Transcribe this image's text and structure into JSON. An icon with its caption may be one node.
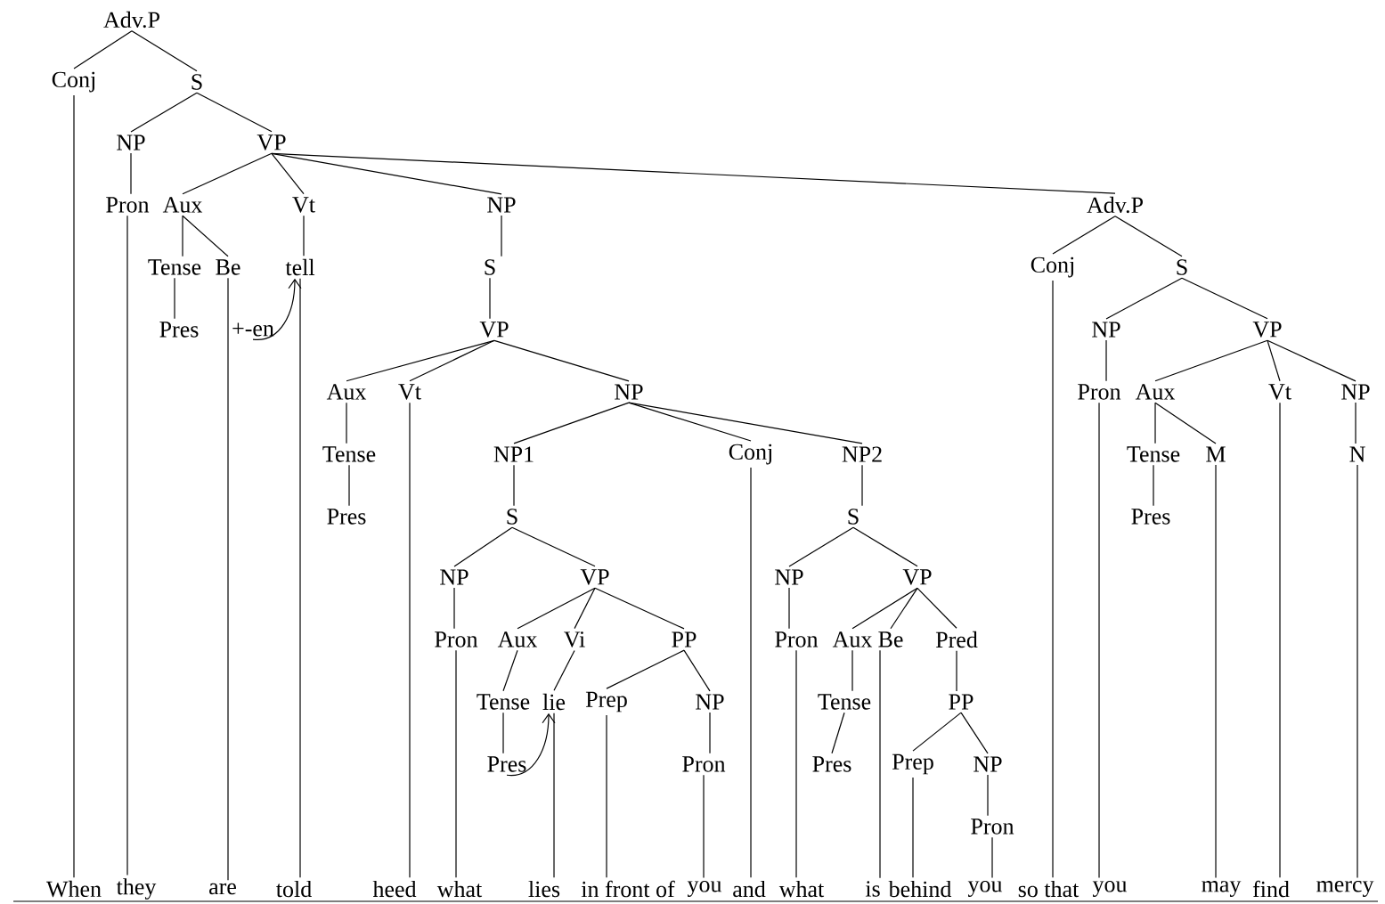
{
  "diagram": {
    "nodes": [
      {
        "text": [
          "Adv.P"
        ]
      },
      {
        "text": [
          "Conj"
        ]
      },
      {
        "text": [
          "S"
        ]
      },
      {
        "text": [
          "NP"
        ]
      },
      {
        "text": [
          "VP"
        ]
      },
      {
        "text": [
          "Pron"
        ]
      },
      {
        "text": [
          "Aux"
        ]
      },
      {
        "text": [
          "Vt"
        ]
      },
      {
        "text": [
          "NP"
        ]
      },
      {
        "text": [
          "Adv.P"
        ]
      },
      {
        "text": [
          "Tense"
        ]
      },
      {
        "text": [
          "Be"
        ]
      },
      {
        "text": [
          "tell"
        ]
      },
      {
        "text": [
          "S"
        ]
      },
      {
        "text": [
          "Conj"
        ]
      },
      {
        "text": [
          "S"
        ]
      },
      {
        "text": [
          "Pres"
        ]
      },
      {
        "text": [
          "+-en"
        ]
      },
      {
        "text": [
          "VP"
        ]
      },
      {
        "text": [
          "NP"
        ]
      },
      {
        "text": [
          "VP"
        ]
      },
      {
        "text": [
          "Aux"
        ]
      },
      {
        "text": [
          "Vt"
        ]
      },
      {
        "text": [
          "NP"
        ]
      },
      {
        "text": [
          "Pron"
        ]
      },
      {
        "text": [
          "Aux"
        ]
      },
      {
        "text": [
          "Vt"
        ]
      },
      {
        "text": [
          "NP"
        ]
      },
      {
        "text": [
          "Tense"
        ]
      },
      {
        "text": [
          "NP1"
        ]
      },
      {
        "text": [
          "Conj"
        ]
      },
      {
        "text": [
          "NP2"
        ]
      },
      {
        "text": [
          "Tense"
        ]
      },
      {
        "text": [
          "M"
        ]
      },
      {
        "text": [
          "N"
        ]
      },
      {
        "text": [
          "Pres"
        ]
      },
      {
        "text": [
          "S"
        ]
      },
      {
        "text": [
          "S"
        ]
      },
      {
        "text": [
          "Pres"
        ]
      },
      {
        "text": [
          "NP"
        ]
      },
      {
        "text": [
          "VP"
        ]
      },
      {
        "text": [
          "NP"
        ]
      },
      {
        "text": [
          "VP"
        ]
      },
      {
        "text": [
          "Pron"
        ]
      },
      {
        "text": [
          "Aux"
        ]
      },
      {
        "text": [
          "Vi"
        ]
      },
      {
        "text": [
          "PP"
        ]
      },
      {
        "text": [
          "Pron"
        ]
      },
      {
        "text": [
          "Aux"
        ]
      },
      {
        "text": [
          "Be"
        ]
      },
      {
        "text": [
          "Pred"
        ]
      },
      {
        "text": [
          "Tense"
        ]
      },
      {
        "text": [
          "lie"
        ]
      },
      {
        "text": [
          "Prep"
        ]
      },
      {
        "text": [
          "NP"
        ]
      },
      {
        "text": [
          "Tense"
        ]
      },
      {
        "text": [
          "PP"
        ]
      },
      {
        "text": [
          "Pres"
        ]
      },
      {
        "text": [
          "Pron"
        ]
      },
      {
        "text": [
          "Pres"
        ]
      },
      {
        "text": [
          "Prep"
        ]
      },
      {
        "text": [
          "NP"
        ]
      },
      {
        "text": [
          "Pron"
        ]
      },
      {
        "text": [
          "When"
        ]
      },
      {
        "text": [
          "they"
        ]
      },
      {
        "text": [
          "are"
        ]
      },
      {
        "text": [
          "told"
        ]
      },
      {
        "text": [
          "heed"
        ]
      },
      {
        "text": [
          "what"
        ]
      },
      {
        "text": [
          "lies"
        ]
      },
      {
        "text": [
          "in front of"
        ]
      },
      {
        "text": [
          "you"
        ]
      },
      {
        "text": [
          "and"
        ]
      },
      {
        "text": [
          "what"
        ]
      },
      {
        "text": [
          "is"
        ]
      },
      {
        "text": [
          "behind"
        ]
      },
      {
        "text": [
          "you"
        ]
      },
      {
        "text": [
          "so that"
        ]
      },
      {
        "text": [
          "you"
        ]
      },
      {
        "text": [
          "may"
        ]
      },
      {
        "text": [
          "find"
        ]
      },
      {
        "text": [
          "mercy"
        ]
      }
    ],
    "edges": [
      {
        "from": 0,
        "to": 1,
        "arrow": "none"
      },
      {
        "from": 0,
        "to": 2,
        "arrow": "none"
      },
      {
        "from": 2,
        "to": 3,
        "arrow": "none"
      },
      {
        "from": 2,
        "to": 4,
        "arrow": "none"
      },
      {
        "from": 3,
        "to": 5,
        "arrow": "none"
      },
      {
        "from": 4,
        "to": 6,
        "arrow": "none"
      },
      {
        "from": 4,
        "to": 7,
        "arrow": "none"
      },
      {
        "from": 4,
        "to": 8,
        "arrow": "none"
      },
      {
        "from": 4,
        "to": 9,
        "arrow": "none"
      },
      {
        "from": 6,
        "to": 10,
        "arrow": "none"
      },
      {
        "from": 6,
        "to": 11,
        "arrow": "none"
      },
      {
        "from": 10,
        "to": 16,
        "arrow": "none"
      },
      {
        "from": 7,
        "to": 12,
        "arrow": "none"
      },
      {
        "from": 8,
        "to": 13,
        "arrow": "none"
      },
      {
        "from": 13,
        "to": 18,
        "arrow": "none"
      },
      {
        "from": 18,
        "to": 21,
        "arrow": "none"
      },
      {
        "from": 18,
        "to": 22,
        "arrow": "none"
      },
      {
        "from": 18,
        "to": 23,
        "arrow": "none"
      },
      {
        "from": 21,
        "to": 28,
        "arrow": "none"
      },
      {
        "from": 28,
        "to": 35,
        "arrow": "none"
      },
      {
        "from": 23,
        "to": 29,
        "arrow": "none"
      },
      {
        "from": 23,
        "to": 30,
        "arrow": "none"
      },
      {
        "from": 23,
        "to": 31,
        "arrow": "none"
      },
      {
        "from": 29,
        "to": 36,
        "arrow": "none"
      },
      {
        "from": 36,
        "to": 39,
        "arrow": "none"
      },
      {
        "from": 36,
        "to": 40,
        "arrow": "none"
      },
      {
        "from": 39,
        "to": 43,
        "arrow": "none"
      },
      {
        "from": 40,
        "to": 44,
        "arrow": "none"
      },
      {
        "from": 40,
        "to": 45,
        "arrow": "none"
      },
      {
        "from": 40,
        "to": 46,
        "arrow": "none"
      },
      {
        "from": 44,
        "to": 51,
        "arrow": "none"
      },
      {
        "from": 51,
        "to": 57,
        "arrow": "none"
      },
      {
        "from": 45,
        "to": 52,
        "arrow": "none"
      },
      {
        "from": 46,
        "to": 53,
        "arrow": "none"
      },
      {
        "from": 46,
        "to": 54,
        "arrow": "none"
      },
      {
        "from": 54,
        "to": 58,
        "arrow": "none"
      },
      {
        "from": 31,
        "to": 37,
        "arrow": "none"
      },
      {
        "from": 37,
        "to": 41,
        "arrow": "none"
      },
      {
        "from": 37,
        "to": 42,
        "arrow": "none"
      },
      {
        "from": 41,
        "to": 47,
        "arrow": "none"
      },
      {
        "from": 42,
        "to": 48,
        "arrow": "none"
      },
      {
        "from": 42,
        "to": 49,
        "arrow": "none"
      },
      {
        "from": 42,
        "to": 50,
        "arrow": "none"
      },
      {
        "from": 48,
        "to": 55,
        "arrow": "none"
      },
      {
        "from": 55,
        "to": 59,
        "arrow": "none"
      },
      {
        "from": 50,
        "to": 56,
        "arrow": "none"
      },
      {
        "from": 56,
        "to": 60,
        "arrow": "none"
      },
      {
        "from": 56,
        "to": 61,
        "arrow": "none"
      },
      {
        "from": 61,
        "to": 62,
        "arrow": "none"
      },
      {
        "from": 9,
        "to": 14,
        "arrow": "none"
      },
      {
        "from": 9,
        "to": 15,
        "arrow": "none"
      },
      {
        "from": 15,
        "to": 19,
        "arrow": "none"
      },
      {
        "from": 15,
        "to": 20,
        "arrow": "none"
      },
      {
        "from": 19,
        "to": 24,
        "arrow": "none"
      },
      {
        "from": 20,
        "to": 25,
        "arrow": "none"
      },
      {
        "from": 20,
        "to": 26,
        "arrow": "none"
      },
      {
        "from": 20,
        "to": 27,
        "arrow": "none"
      },
      {
        "from": 25,
        "to": 32,
        "arrow": "none"
      },
      {
        "from": 25,
        "to": 33,
        "arrow": "none"
      },
      {
        "from": 32,
        "to": 38,
        "arrow": "none"
      },
      {
        "from": 27,
        "to": 34,
        "arrow": "none"
      },
      {
        "from": 1,
        "to": 63,
        "arrow": "none"
      },
      {
        "from": 5,
        "to": 64,
        "arrow": "none"
      },
      {
        "from": 11,
        "to": 65,
        "arrow": "none"
      },
      {
        "from": 12,
        "to": 66,
        "arrow": "none"
      },
      {
        "from": 22,
        "to": 67,
        "arrow": "none"
      },
      {
        "from": 43,
        "to": 68,
        "arrow": "none"
      },
      {
        "from": 52,
        "to": 69,
        "arrow": "none"
      },
      {
        "from": 53,
        "to": 70,
        "arrow": "none"
      },
      {
        "from": 58,
        "to": 71,
        "arrow": "none"
      },
      {
        "from": 30,
        "to": 72,
        "arrow": "none"
      },
      {
        "from": 47,
        "to": 73,
        "arrow": "none"
      },
      {
        "from": 49,
        "to": 74,
        "arrow": "none"
      },
      {
        "from": 60,
        "to": 75,
        "arrow": "none"
      },
      {
        "from": 62,
        "to": 76,
        "arrow": "none"
      },
      {
        "from": 14,
        "to": 77,
        "arrow": "none"
      },
      {
        "from": 24,
        "to": 78,
        "arrow": "none"
      },
      {
        "from": 33,
        "to": 79,
        "arrow": "none"
      },
      {
        "from": 26,
        "to": 80,
        "arrow": "none"
      },
      {
        "from": 34,
        "to": 81,
        "arrow": "none"
      },
      {
        "from": 17,
        "to": 12,
        "arrow": "to"
      },
      {
        "from": 57,
        "to": 52,
        "arrow": "to"
      }
    ]
  }
}
